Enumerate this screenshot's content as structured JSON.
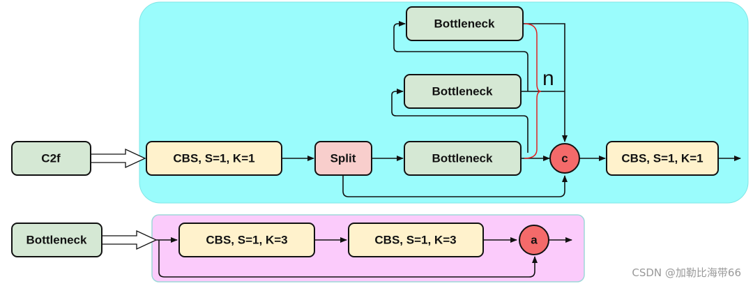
{
  "colors": {
    "c2f_panel": "#9afcfc",
    "bottleneck_panel": "#fbcbfb",
    "green_node": "#d5e8d4",
    "yellow_node": "#fff2cc",
    "pink_node": "#f8cecc",
    "concat_node": "#f46a6a",
    "brace": "#e02020",
    "line": "#111111"
  },
  "c2f": {
    "input_label": "C2f",
    "cbs_in_label": "CBS, S=1, K=1",
    "split_label": "Split",
    "bottleneck_top_label": "Bottleneck",
    "bottleneck_mid_label": "Bottleneck",
    "bottleneck_low_label": "Bottleneck",
    "concat_label": "c",
    "cbs_out_label": "CBS, S=1, K=1",
    "repeat_label": "n"
  },
  "bottleneck": {
    "input_label": "Bottleneck",
    "cbs_first_label": "CBS, S=1, K=3",
    "cbs_second_label": "CBS, S=1, K=3",
    "add_label": "a"
  },
  "watermark": "CSDN @加勒比海带66"
}
